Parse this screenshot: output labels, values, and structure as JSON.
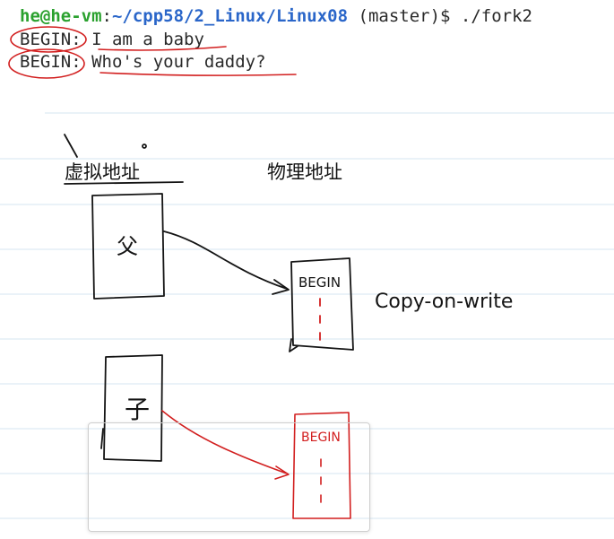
{
  "terminal": {
    "prompt_user": "he@he-vm",
    "prompt_sep": ":",
    "prompt_path": "~/cpp58/2_Linux/Linux08",
    "prompt_branch": " (master)$ ./fork2",
    "line1_label": "BEGIN:",
    "line1_text": " I am a baby",
    "line2_label": "BEGIN:",
    "line2_text": " Who's your daddy?"
  },
  "notes": {
    "virtual_label": "虚拟地址",
    "physical_label": "物理地址",
    "parent_label": "父",
    "child_label": "子",
    "page_text_1": "BEGIN",
    "page_text_2": "BEGIN",
    "cow_label": "Copy-on-write"
  },
  "colors": {
    "ink": "#141414",
    "annotation_red": "#d21f1f",
    "prompt_green": "#2aa12e",
    "prompt_blue": "#2a66c9",
    "ruled_line": "#d6e6f2"
  }
}
